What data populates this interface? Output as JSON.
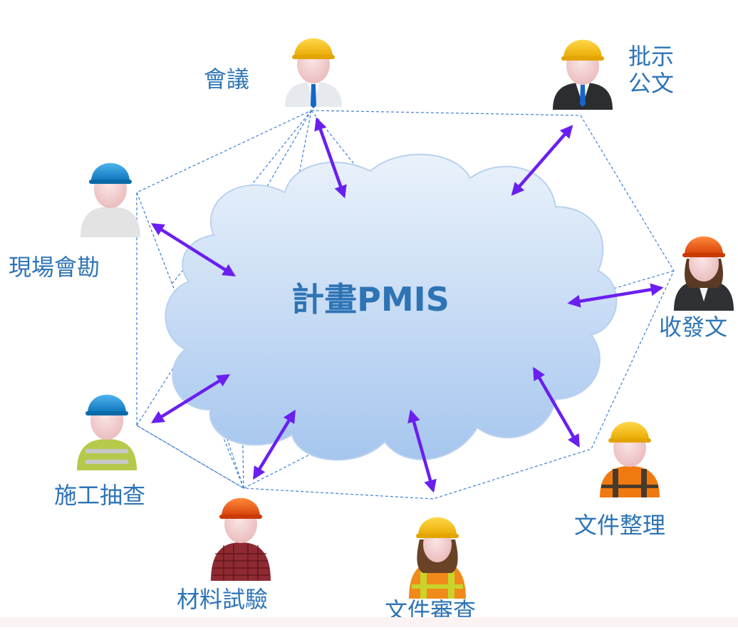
{
  "center": {
    "title": "計畫PMIS"
  },
  "roles": {
    "meeting": "會議",
    "approve_line1": "批示",
    "approve_line2": "公文",
    "site_inspect": "現場會勘",
    "receive_send": "收發文",
    "construction_check": "施工抽查",
    "material_test": "材料試驗",
    "doc_review": "文件審查",
    "doc_organize": "文件整理"
  },
  "colors": {
    "text": "#2e74b5",
    "arrow": "#6a1ff0",
    "dashed_line": "#3d7fd6",
    "cloud_top": "#e8f1fb",
    "cloud_bottom": "#a9c9ef",
    "helmet_yellow": "#f5c000",
    "helmet_blue": "#1d8fd8",
    "helmet_orange": "#ee5a12"
  }
}
